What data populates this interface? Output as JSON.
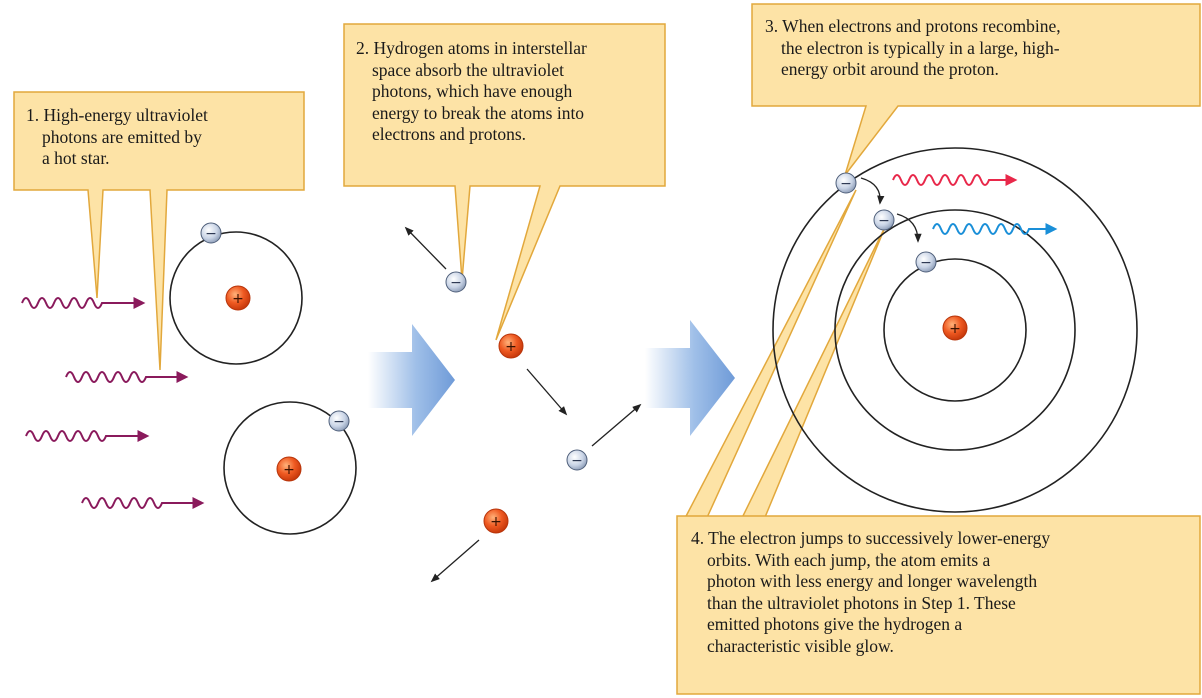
{
  "callouts": {
    "step1": {
      "lines": [
        "1. High-energy ultraviolet",
        "photons are emitted by",
        "a hot star."
      ]
    },
    "step2": {
      "lines": [
        "2. Hydrogen atoms in interstellar",
        "space absorb the ultraviolet",
        "photons, which have enough",
        "energy to break the atoms into",
        "electrons and protons."
      ]
    },
    "step3": {
      "lines": [
        "3. When electrons and protons recombine,",
        "the electron is typically in a large, high-",
        "energy orbit around the proton."
      ]
    },
    "step4": {
      "lines": [
        "4. The electron jumps to successively lower-energy",
        "orbits. With each jump, the atom emits a",
        "photon with less energy and longer wavelength",
        "than the ultraviolet photons in Step 1. These",
        "emitted photons give the hydrogen a",
        "characteristic visible glow."
      ]
    }
  },
  "particles": {
    "proton_symbol": "+",
    "electron_symbol": "−"
  },
  "colors": {
    "callout_fill": "#fde3a6",
    "callout_stroke": "#e2a83c",
    "uv_photon": "#8a1a5c",
    "red_photon": "#e8284a",
    "blue_photon": "#1a8fd8",
    "proton": "#e8541e",
    "electron": "#b9c7dd",
    "big_arrow": "#8fb3e2"
  }
}
